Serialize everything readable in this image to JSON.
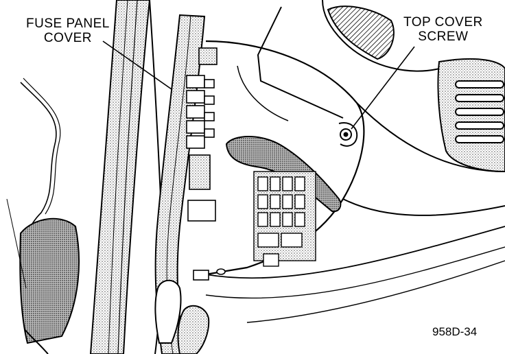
{
  "labels": {
    "fuse_panel_cover": {
      "line1": "FUSE PANEL",
      "line2": "COVER"
    },
    "top_cover_screw": {
      "line1": "TOP COVER",
      "line2": "SCREW"
    }
  },
  "figure_id": "958D-34",
  "colors": {
    "ink": "#000000",
    "shade": "#9a9a9a",
    "paper": "#ffffff"
  }
}
